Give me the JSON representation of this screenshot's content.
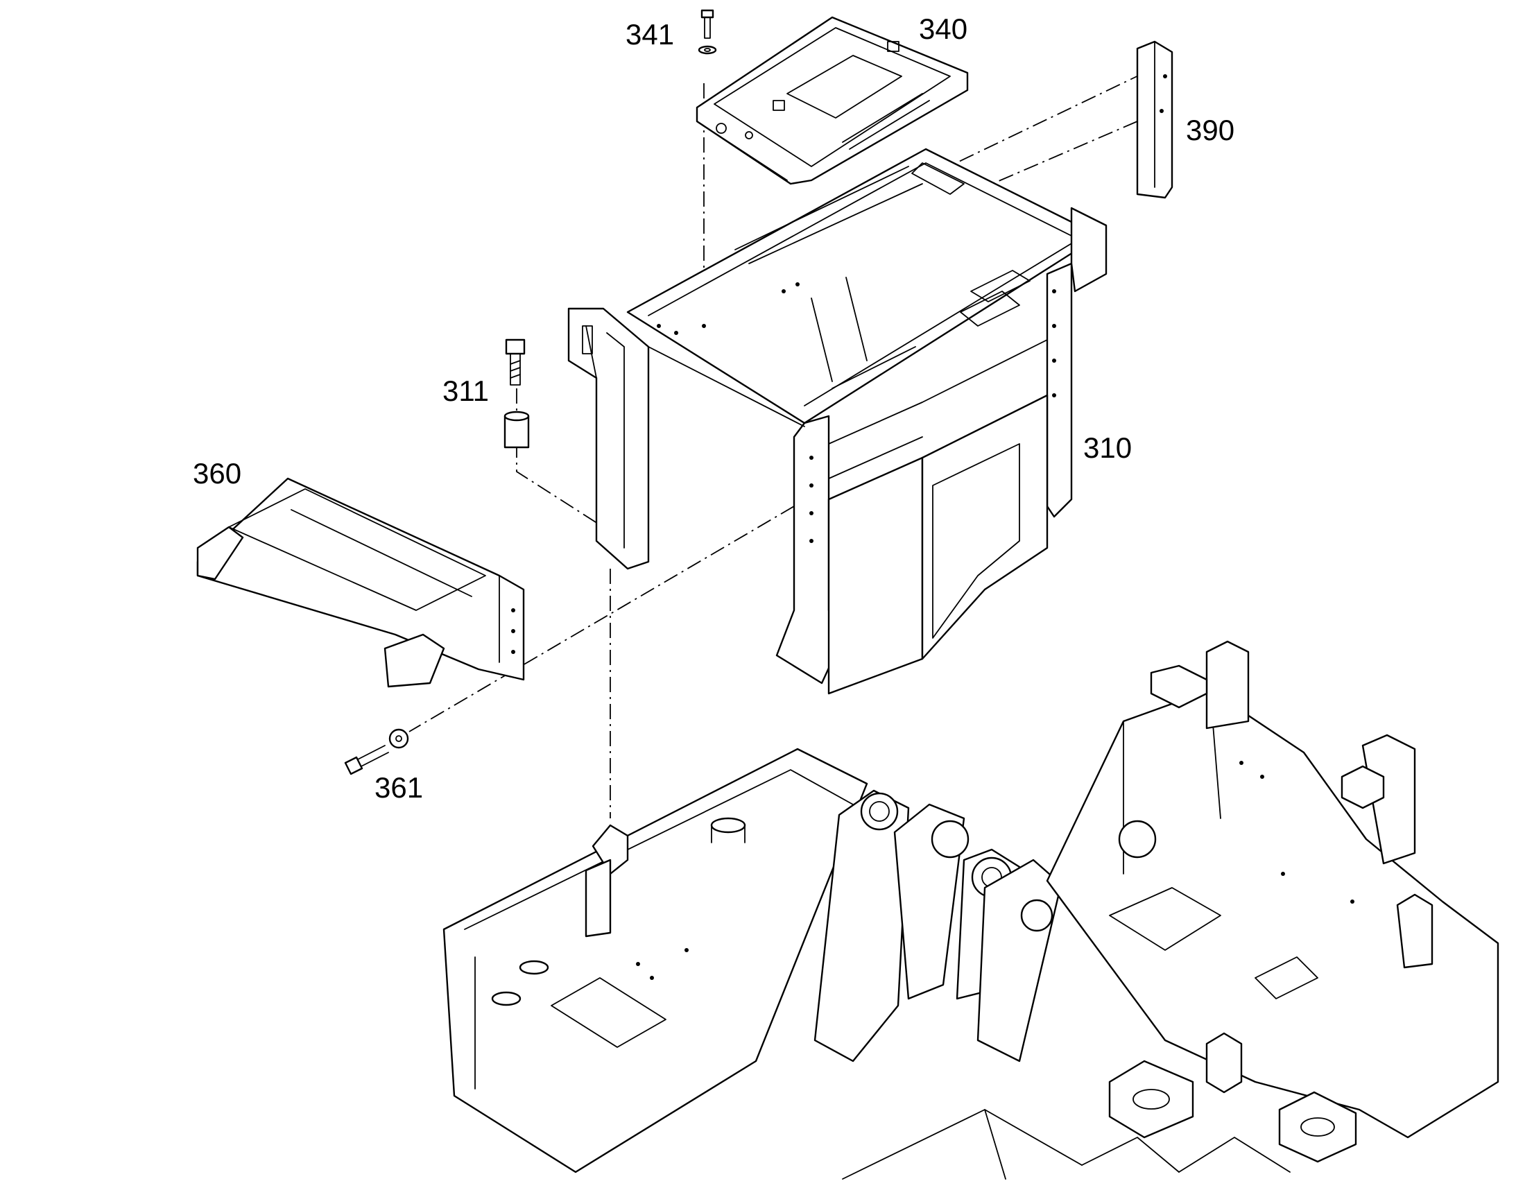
{
  "diagram": {
    "kind": "exploded-parts-view",
    "line_color": "#000000",
    "background_color": "#ffffff",
    "callouts": [
      {
        "id": "310",
        "label": "310"
      },
      {
        "id": "311",
        "label": "311"
      },
      {
        "id": "340",
        "label": "340"
      },
      {
        "id": "341",
        "label": "341"
      },
      {
        "id": "360",
        "label": "360"
      },
      {
        "id": "361",
        "label": "361"
      },
      {
        "id": "390",
        "label": "390"
      }
    ]
  }
}
